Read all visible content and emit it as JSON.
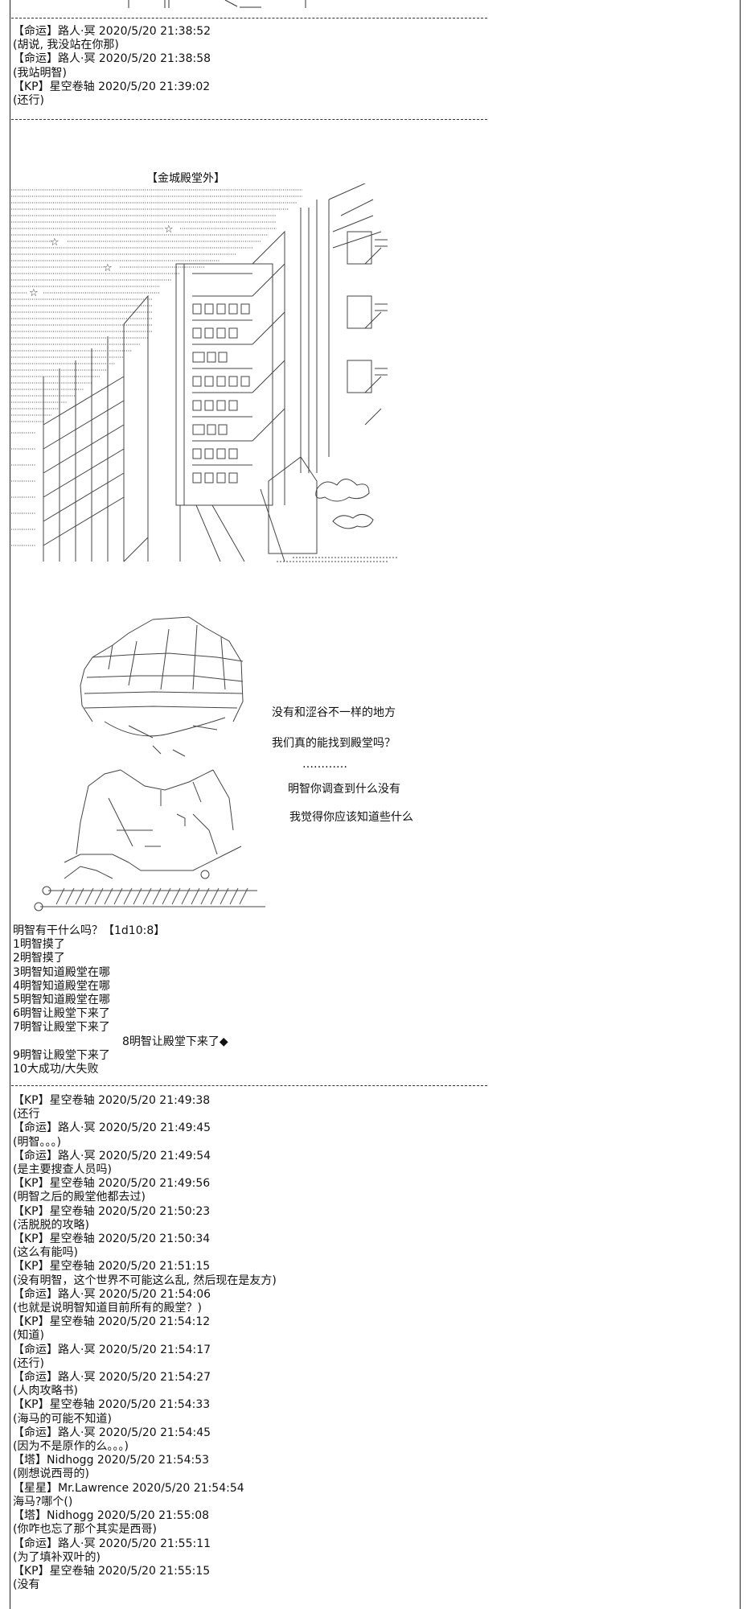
{
  "top_fragment": "|          |=|              \\<-_            |",
  "section1": {
    "lines": [
      "【命运】路人·冥 2020/5/20 21:38:52",
      "(胡说, 我没站在你那)",
      "【命运】路人·冥 2020/5/20 21:38:58",
      "(我站明智)",
      "【KP】星空卷轴 2020/5/20 21:39:02",
      "(还行)"
    ]
  },
  "scene_caption": "【金城殿堂外】",
  "speech": [
    "没有和涩谷不一样的地方",
    "我们真的能找到殿堂吗？",
    "…………",
    "明智你调查到什么没有",
    "我觉得你应该知道些什么"
  ],
  "roll": {
    "header": "明智有干什么吗？【1d10:8】",
    "options": [
      "1明智摸了",
      "2明智摸了",
      "3明智知道殿堂在哪",
      "4明智知道殿堂在哪",
      "5明智知道殿堂在哪",
      "6明智让殿堂下来了",
      "7明智让殿堂下来了"
    ],
    "result": "8明智让殿堂下来了◆",
    "after": [
      "9明智让殿堂下来了",
      "10大成功/大失败"
    ]
  },
  "chat": {
    "lines": [
      "【KP】星空卷轴 2020/5/20 21:49:38",
      "(还行",
      "【命运】路人·冥 2020/5/20 21:49:45",
      "(明智。。。)",
      "【命运】路人·冥 2020/5/20 21:49:54",
      "(是主要搜查人员吗)",
      "【KP】星空卷轴 2020/5/20 21:49:56",
      "(明智之后的殿堂他都去过)",
      "【KP】星空卷轴 2020/5/20 21:50:23",
      "(活脱脱的攻略)",
      "【KP】星空卷轴 2020/5/20 21:50:34",
      "(这么有能吗)",
      "【KP】星空卷轴 2020/5/20 21:51:15",
      "(没有明智，这个世界不可能这么乱, 然后现在是友方)",
      "【命运】路人·冥 2020/5/20 21:54:06",
      "(也就是说明智知道目前所有的殿堂？)",
      "【KP】星空卷轴 2020/5/20 21:54:12",
      "(知道)",
      "【命运】路人·冥 2020/5/20 21:54:17",
      "(还行)",
      "【命运】路人·冥 2020/5/20 21:54:27",
      "(人肉攻略书)",
      "【KP】星空卷轴 2020/5/20 21:54:33",
      "(海马的可能不知道)",
      "【命运】路人·冥 2020/5/20 21:54:45",
      "(因为不是原作的么。。。)",
      "【塔】Nidhogg 2020/5/20 21:54:53",
      "(刚想说西哥的)",
      "【星星】Mr.Lawrence 2020/5/20 21:54:54",
      "海马?哪个()",
      "【塔】Nidhogg 2020/5/20 21:55:08",
      "(你咋也忘了那个其实是西哥)",
      "【命运】路人·冥 2020/5/20 21:55:11",
      "(为了填补双叶的)",
      "【KP】星空卷轴 2020/5/20 21:55:15",
      "(没有"
    ]
  }
}
